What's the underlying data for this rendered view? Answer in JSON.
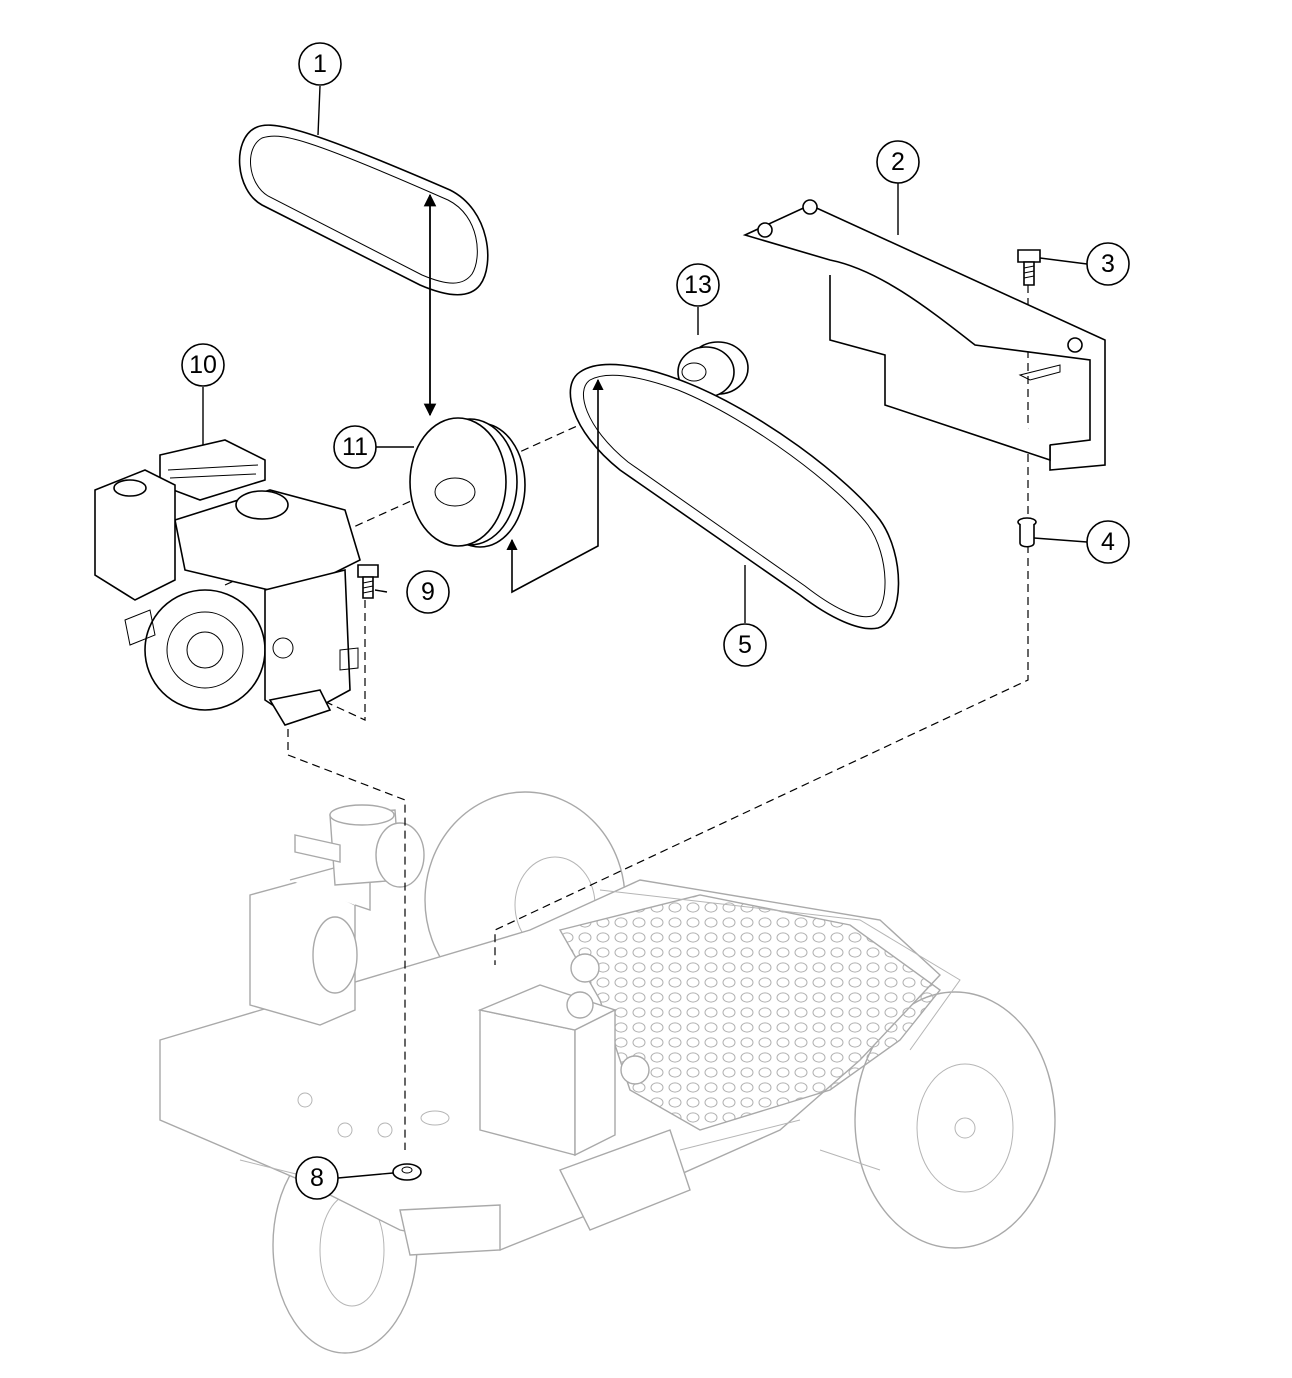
{
  "callouts": {
    "c1": "1",
    "c2": "2",
    "c3": "3",
    "c4": "4",
    "c5": "5",
    "c8": "8",
    "c9": "9",
    "c10": "10",
    "c11": "11",
    "c13": "13"
  },
  "colors": {
    "line": "#000000",
    "ghost_line": "#a9a9a9",
    "background": "#ffffff"
  }
}
